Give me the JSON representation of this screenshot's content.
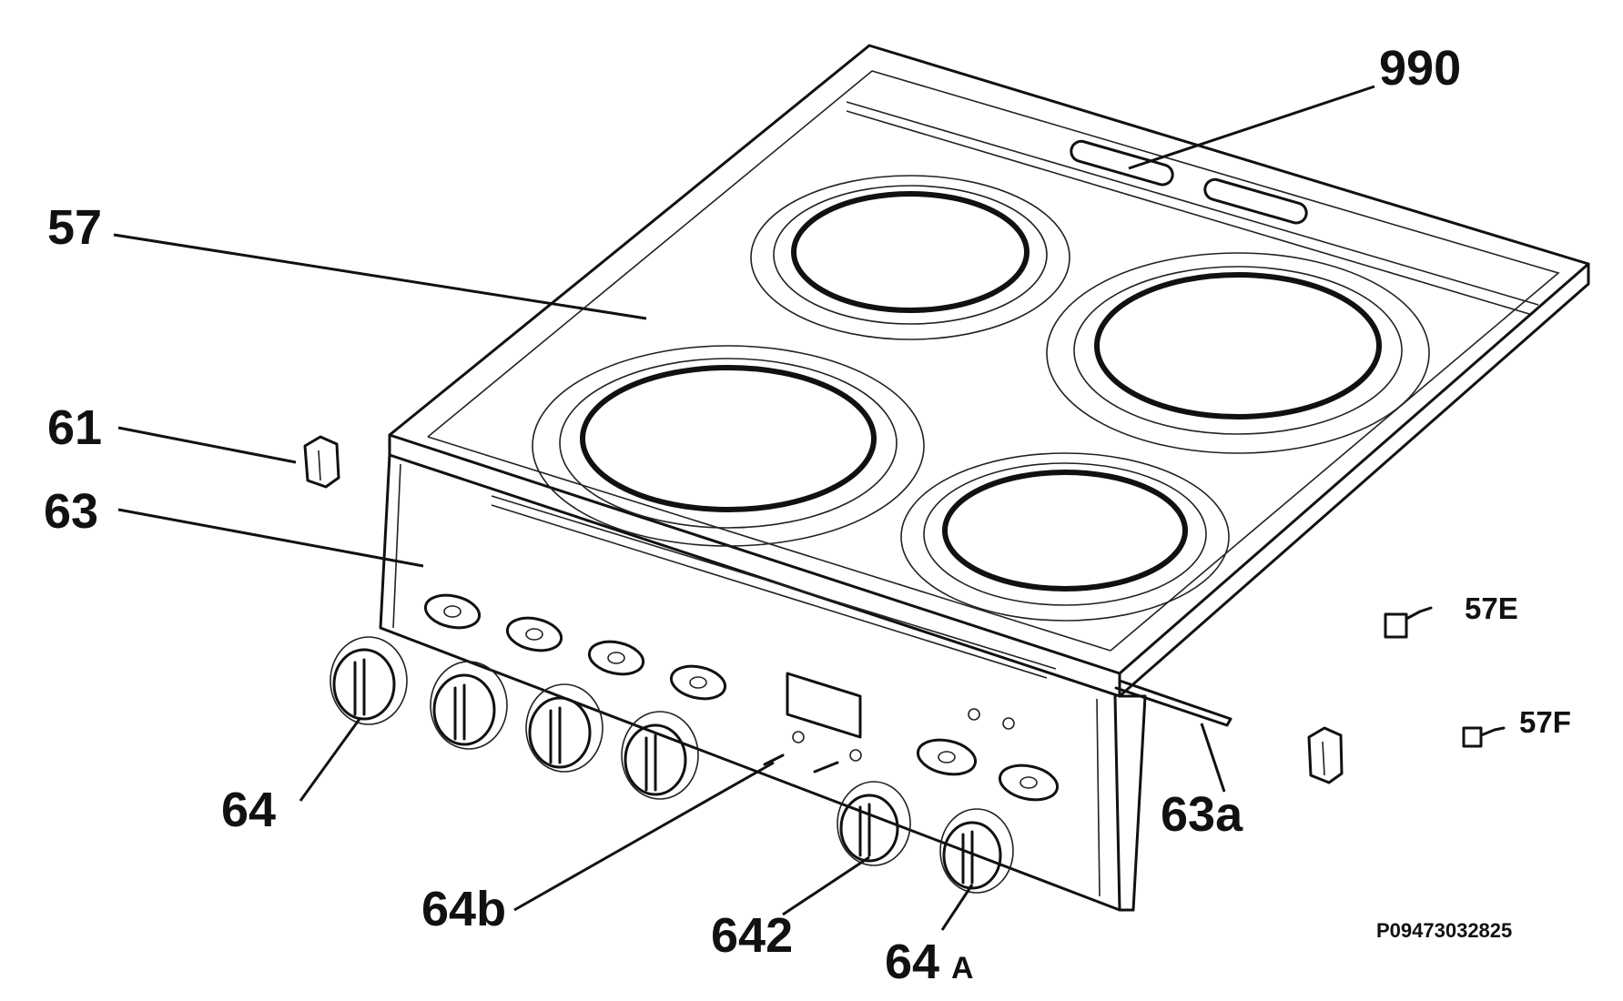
{
  "labels": {
    "l990": "990",
    "l57": "57",
    "l61": "61",
    "l63": "63",
    "l64": "64",
    "l64b": "64b",
    "l642": "642",
    "l64A_num": "64",
    "l64A_sub": "A",
    "l63a": "63a",
    "l57E": "57E",
    "l57F": "57F"
  },
  "drawing_code": "P09473032825",
  "colors": {
    "ink": "#111111",
    "background": "#ffffff"
  }
}
